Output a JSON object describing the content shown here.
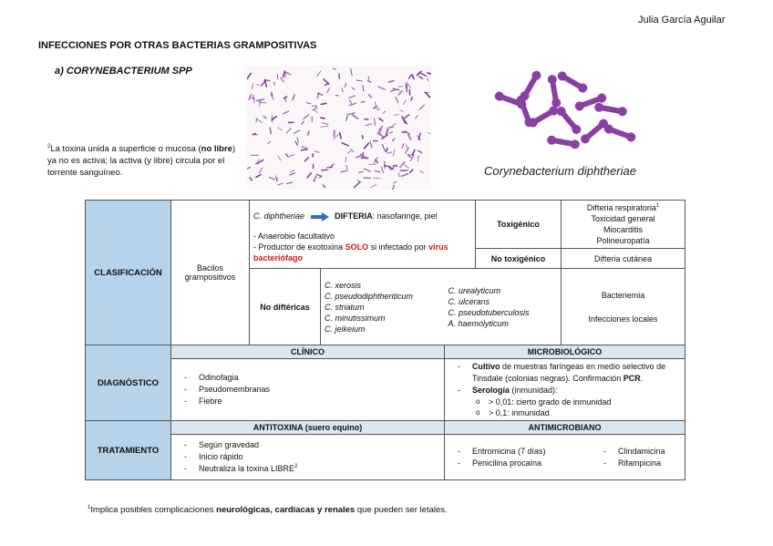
{
  "header": {
    "author": "Julia García Aguilar",
    "title": "INFECCIONES POR OTRAS BACTERIAS GRAMPOSITIVAS",
    "subtitle": "a)  CORYNEBACTERIUM SPP"
  },
  "side_note": {
    "text_a": "La toxina unida a superficie o mucosa (",
    "bold_a": "no libre",
    "text_b": ") ya no es activa; la activa (y libre) circula por el torrente sanguíneo.",
    "marker": "2"
  },
  "figure": {
    "caption": "Corynebacterium diphtheriae",
    "rod_color": "#7a2f8f",
    "model_color": "#8a3fa3"
  },
  "table": {
    "clasificacion": {
      "label": "CLASIFICACIÓN",
      "bacilos": "Bacilos grampositivos",
      "diph_species": "C. diphtheriae",
      "diph_bold": "DIFTERIA",
      "diph_rest": ": nasofaringe, piel",
      "anaerobio": "- Anaerobio facultativo",
      "productor_a": "- Productor de exotoxina ",
      "productor_solo": "SOLO",
      "productor_b": " si infectado por ",
      "productor_virus": "virus bacteriófago",
      "toxigenico": "Toxigénico",
      "toxigenico_results": [
        "Difteria respiratoria",
        "Toxicidad general",
        "Miocarditis",
        "Polineuropatía"
      ],
      "toxigenico_marker": "1",
      "no_toxigenico": "No toxigénico",
      "no_toxigenico_result": "Difteria cutánea",
      "no_diftericas": "No diftéricas",
      "species_col1": [
        "C. xerosis",
        "C. pseudodiphtheriticum",
        "C. striatum",
        "C. minutissimum",
        "C. jeikeium"
      ],
      "species_col2": [
        "C. urealyticum",
        "C. ulcerans",
        "C. pseudotuberculosis",
        "A. haemolyticum"
      ],
      "no_dift_results": [
        "Bacteriemia",
        "Infecciones locales"
      ]
    },
    "diagnostico": {
      "label": "DIAGNÓSTICO",
      "clinico_header": "CLÍNICO",
      "micro_header": "MICROBIOLÓGICO",
      "clinico_items": [
        "Odinofagia",
        "Pseudomembranas",
        "Fiebre"
      ],
      "cultivo_bold": "Cultivo",
      "cultivo_text": " de muestras faríngeas en medio selectivo de Tinsdale (colonias negras). Confirmación ",
      "cultivo_pcr": "PCR",
      "serologia_bold": "Serología",
      "serologia_text": " (inmunidad):",
      "serologia_items": [
        "> 0,01: cierto grado de inmunidad",
        "> 0,1: inmunidad"
      ]
    },
    "tratamiento": {
      "label": "TRATAMIENTO",
      "antitoxina_header": "ANTITOXINA (suero equino)",
      "antimicro_header": "ANTIMICROBIANO",
      "antitoxina_items": [
        "Según gravedad",
        "Inicio rápido",
        "Neutraliza la toxina LIBRE"
      ],
      "antitoxina_marker": "2",
      "antimicro_col1": [
        "Eritromicina (7 días)",
        "Penicilina procaína"
      ],
      "antimicro_col2": [
        "Clindamicina",
        "Rifampicina"
      ]
    }
  },
  "footnote": {
    "marker": "1",
    "text_a": "Implica posibles complicaciones ",
    "bold": "neurológicas, cardíacas y renales",
    "text_b": " que pueden ser letales."
  },
  "colors": {
    "section_fill": "#b7d3ea",
    "header_fill": "#d9e7f4",
    "accent_red": "#d11a1a",
    "arrow_blue": "#2e6bc4"
  }
}
